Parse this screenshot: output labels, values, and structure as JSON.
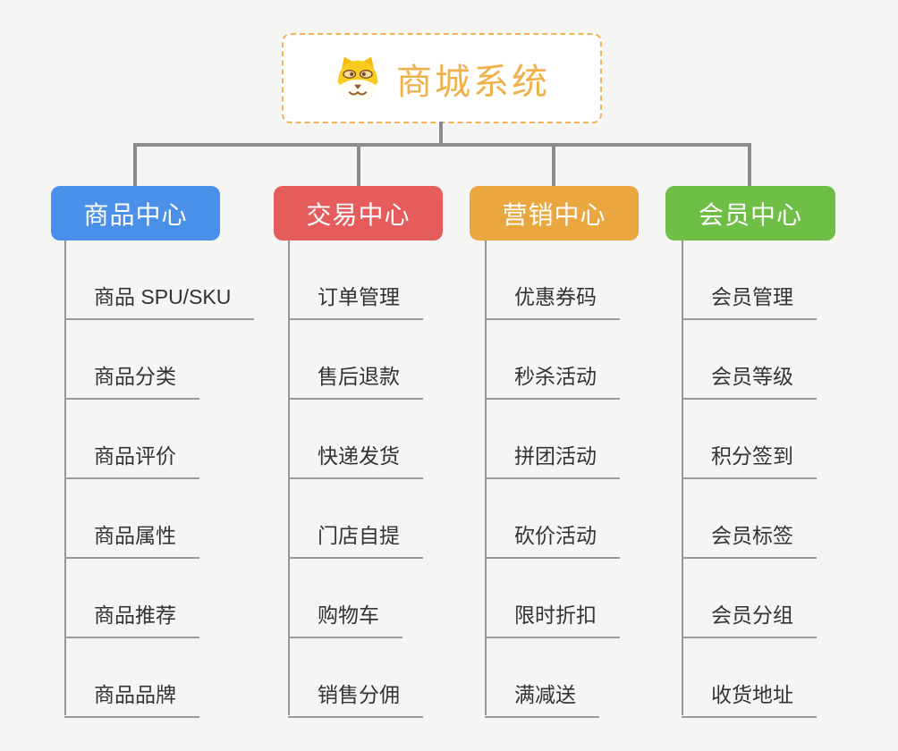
{
  "root": {
    "title": "商城系统",
    "title_color": "#f0b14a",
    "border_color": "#f2b255",
    "icon": "shiba-dog-icon"
  },
  "connectors": {
    "color": "#8b8b8b",
    "branch_line_color": "#979797"
  },
  "node_text_color": "#333333",
  "branches": [
    {
      "label": "商品中心",
      "color": "#4a90e8",
      "items": [
        "商品 SPU/SKU",
        "商品分类",
        "商品评价",
        "商品属性",
        "商品推荐",
        "商品品牌"
      ]
    },
    {
      "label": "交易中心",
      "color": "#e45c5c",
      "items": [
        "订单管理",
        "售后退款",
        "快递发货",
        "门店自提",
        "购物车",
        "销售分佣"
      ]
    },
    {
      "label": "营销中心",
      "color": "#eba73f",
      "items": [
        "优惠券码",
        "秒杀活动",
        "拼团活动",
        "砍价活动",
        "限时折扣",
        "满减送"
      ]
    },
    {
      "label": "会员中心",
      "color": "#6fbe45",
      "items": [
        "会员管理",
        "会员等级",
        "积分签到",
        "会员标签",
        "会员分组",
        "收货地址"
      ]
    }
  ]
}
